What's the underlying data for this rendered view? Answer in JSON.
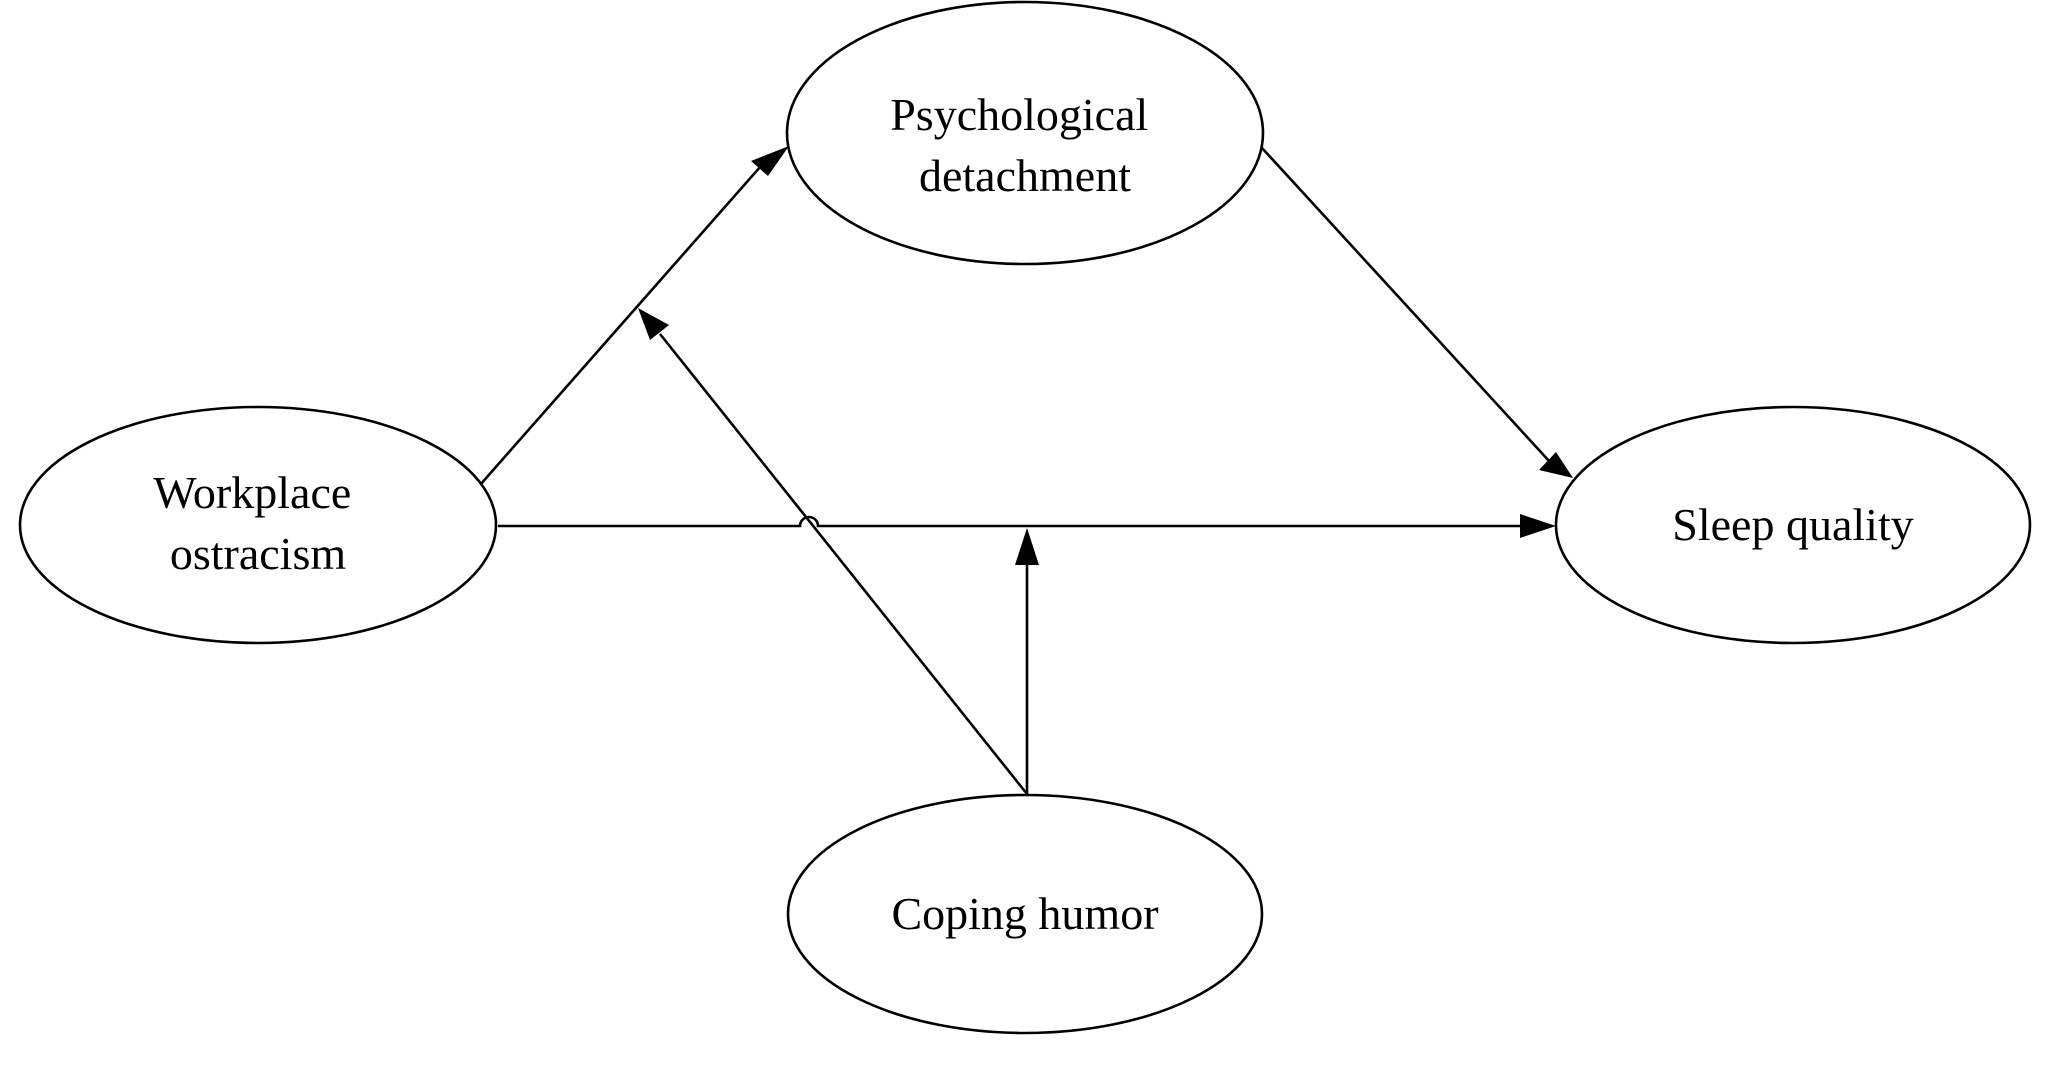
{
  "nodes": {
    "workplace_ostracism": {
      "lines": [
        "Workplace",
        "ostracism"
      ]
    },
    "psychological_detachment": {
      "lines": [
        "Psychological",
        "detachment"
      ]
    },
    "sleep_quality": {
      "lines": [
        "Sleep quality"
      ]
    },
    "coping_humor": {
      "lines": [
        "Coping humor"
      ]
    }
  },
  "edges": [
    {
      "from": "workplace_ostracism",
      "to": "psychological_detachment"
    },
    {
      "from": "psychological_detachment",
      "to": "sleep_quality"
    },
    {
      "from": "workplace_ostracism",
      "to": "sleep_quality"
    },
    {
      "from": "coping_humor",
      "to": "edge:workplace_ostracism->psychological_detachment"
    },
    {
      "from": "coping_humor",
      "to": "edge:workplace_ostracism->sleep_quality"
    }
  ],
  "colors": {
    "stroke": "#000000",
    "fill": "#ffffff",
    "background": "#ffffff"
  }
}
